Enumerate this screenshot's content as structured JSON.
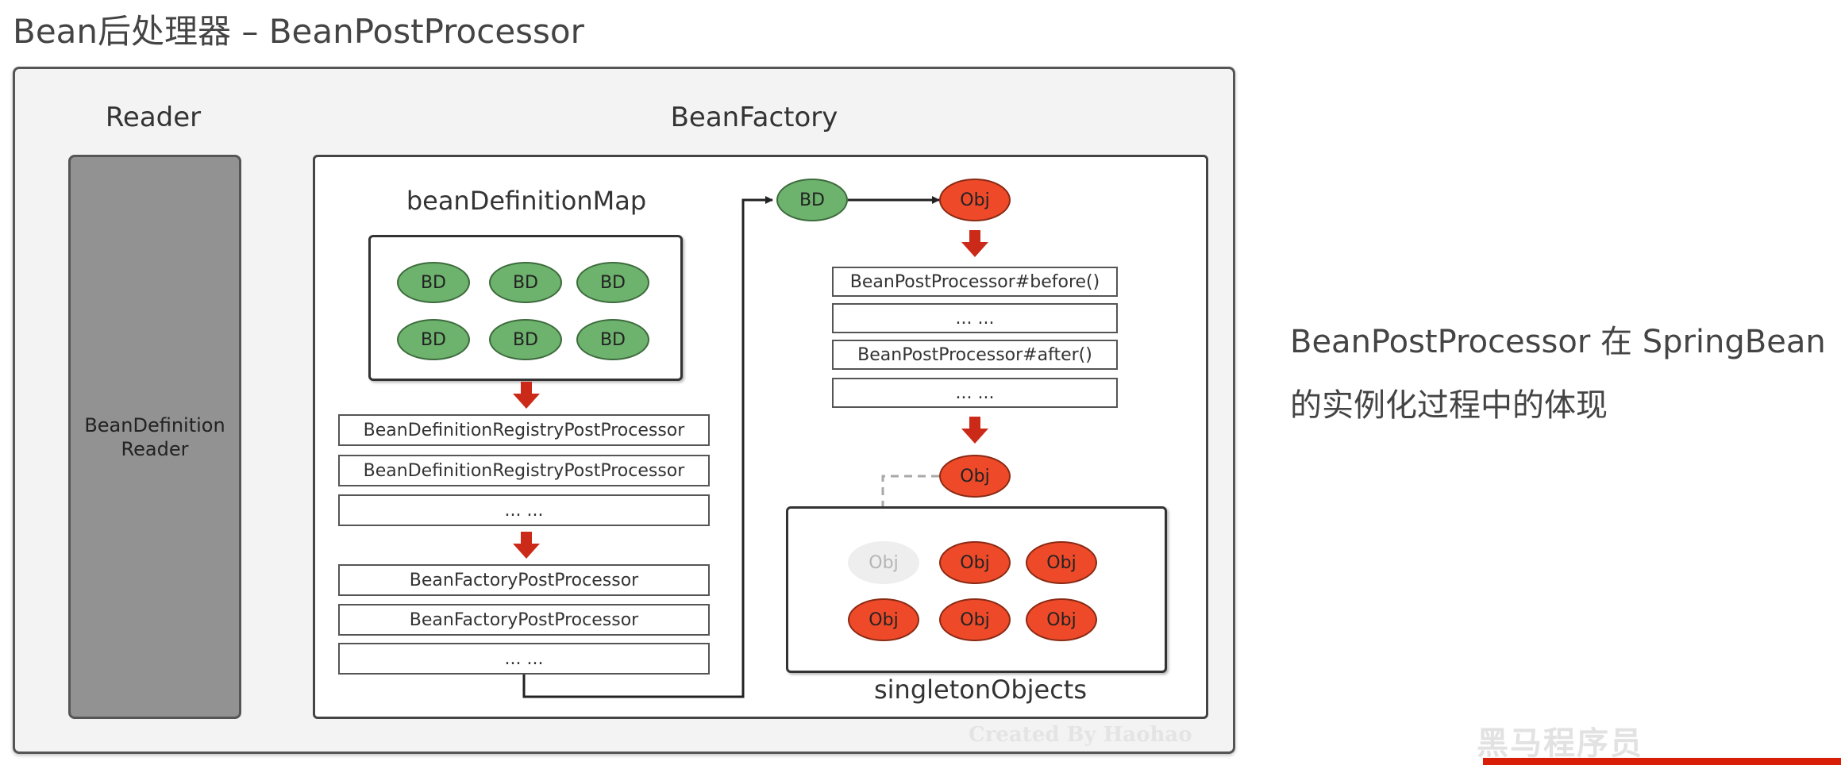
{
  "title": "Bean后处理器 – BeanPostProcessor",
  "reader": {
    "heading": "Reader",
    "box_label": "BeanDefinitionReader"
  },
  "bean_factory": {
    "heading": "BeanFactory",
    "map_label": "beanDefinitionMap",
    "bd_nodes": [
      "BD",
      "BD",
      "BD",
      "BD",
      "BD",
      "BD"
    ],
    "registry_steps": [
      "BeanDefinitionRegistryPostProcessor",
      "BeanDefinitionRegistryPostProcessor",
      "... ..."
    ],
    "factory_steps": [
      "BeanFactoryPostProcessor",
      "BeanFactoryPostProcessor",
      "... ..."
    ],
    "flow_bd": "BD",
    "flow_obj": "Obj",
    "bpp_steps": [
      "BeanPostProcessor#before()",
      "... ...",
      "BeanPostProcessor#after()",
      "... ..."
    ],
    "result_obj": "Obj",
    "singleton_label": "singletonObjects",
    "singleton_nodes": [
      "Obj",
      "Obj",
      "Obj",
      "Obj",
      "Obj",
      "Obj"
    ]
  },
  "side_note": {
    "line1": "BeanPostProcessor 在 SpringBean",
    "line2": "的实例化过程中的体现"
  },
  "watermark": "Created By Haohao",
  "corner_mark": "黑马程序员",
  "colors": {
    "bd_green": "#6db36d",
    "obj_red": "#ee4a2a",
    "arrow_red": "#cc2a18",
    "reader_gray": "#929292"
  }
}
